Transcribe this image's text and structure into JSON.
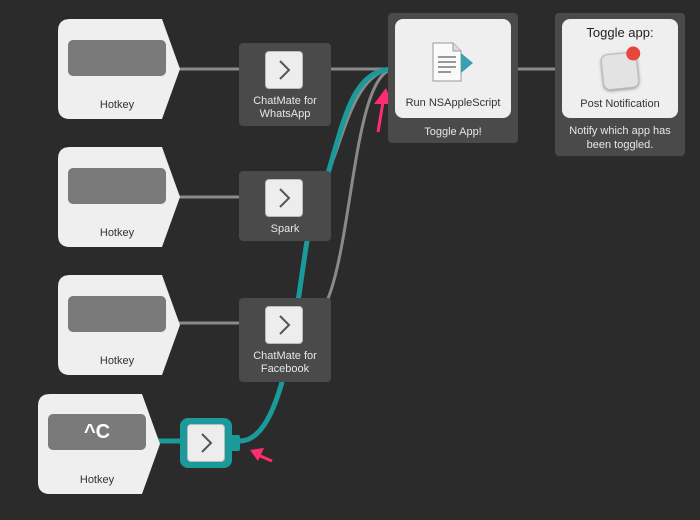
{
  "hotkeys": [
    {
      "label": "Hotkey",
      "value": ""
    },
    {
      "label": "Hotkey",
      "value": ""
    },
    {
      "label": "Hotkey",
      "value": ""
    },
    {
      "label": "Hotkey",
      "value": "^C"
    }
  ],
  "filters": [
    {
      "label": "ChatMate for\nWhatsApp"
    },
    {
      "label": "Spark"
    },
    {
      "label": "ChatMate for\nFacebook"
    }
  ],
  "script_action": {
    "label": "Run NSAppleScript",
    "subtitle": "Toggle App!"
  },
  "notification": {
    "title": "Toggle app:",
    "label": "Post Notification",
    "subtitle": "Notify which app has\nbeen toggled."
  },
  "colors": {
    "background": "#2b2b2b",
    "selected_wire": "#1a9a9a",
    "wire": "#8a8a8a",
    "arrow": "#ff2d6f"
  }
}
